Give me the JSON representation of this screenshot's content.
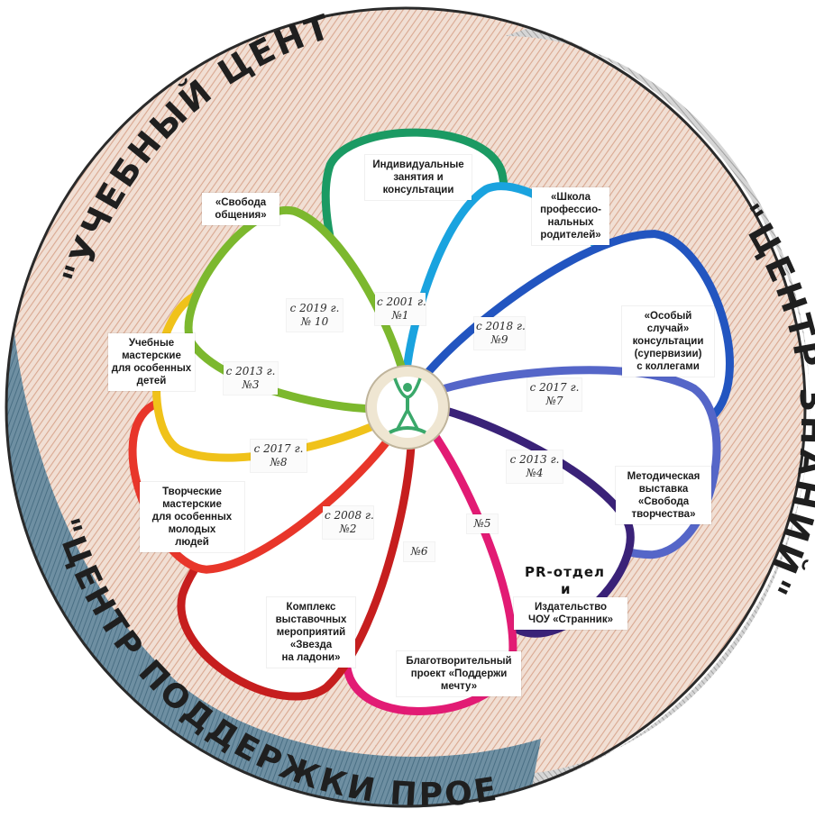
{
  "ring_texts": {
    "top_left": "\"УЧЕБНЫЙ ЦЕНТР\"",
    "right": "\"ЦЕНТР ЗНАНИЙ\"",
    "bottom": "\"ЦЕНТР ПОДДЕРЖКИ ПРОЕКТОВ\""
  },
  "petals": [
    {
      "id": "individual",
      "color": "#1b9a63",
      "lines": [
        "Индивидуальные",
        "занятия и",
        "консультации"
      ],
      "year": "с 2001 г.",
      "number": "№1"
    },
    {
      "id": "school",
      "color": "#1aa3df",
      "lines": [
        "«Школа",
        "профессио-",
        "нальных",
        "родителей»"
      ],
      "year": "с 2018 г.",
      "number": "№9"
    },
    {
      "id": "special",
      "color": "#2255c0",
      "lines": [
        "«Особый",
        "случай»",
        "консультации",
        "(супервизии)",
        "с коллегами"
      ],
      "year": "с 2017 г.",
      "number": "№7"
    },
    {
      "id": "method",
      "color": "#5566c8",
      "lines": [
        "Методическая",
        "выставка",
        "«Свобода",
        "творчества»"
      ],
      "year": "с 2013 г.",
      "number": "№4"
    },
    {
      "id": "pr",
      "color": "#3a2278",
      "lines": [
        "Издательство",
        "ЧОУ «Странник»"
      ],
      "extra": [
        "PR-отдел",
        "и"
      ],
      "year": "",
      "number": "№5"
    },
    {
      "id": "charity",
      "color": "#e21b74",
      "lines": [
        "Благотворительный",
        "проект «Поддержи",
        "мечту»"
      ],
      "year": "",
      "number": "№6"
    },
    {
      "id": "complex",
      "color": "#c61e1e",
      "lines": [
        "Комплекс",
        "выставочных",
        "мероприятий",
        "«Звезда",
        "на ладони»"
      ],
      "year": "с 2008 г.",
      "number": "№2"
    },
    {
      "id": "creative",
      "color": "#e8362a",
      "lines": [
        "Творческие",
        "мастерские",
        "для особенных",
        "молодых",
        "людей"
      ],
      "year": "с 2017 г.",
      "number": "№8"
    },
    {
      "id": "workshops",
      "color": "#f0c21a",
      "lines": [
        "Учебные",
        "мастерские",
        "для особенных",
        "детей"
      ],
      "year": "с 2013 г.",
      "number": "№3"
    },
    {
      "id": "freedom",
      "color": "#7cb82e",
      "lines": [
        "«Свобода",
        "общения»"
      ],
      "year": "с 2019 г.",
      "number": "№ 10"
    }
  ],
  "colors": {
    "ring_top": "#e4c2b2",
    "ring_right": "#b9b9b9",
    "ring_bottom": "#5a7f93",
    "outline": "#2a2a2a",
    "center_ring": "#ece3cf",
    "logo_green": "#3aa86a"
  },
  "center_logo": "figure-emblem-icon"
}
